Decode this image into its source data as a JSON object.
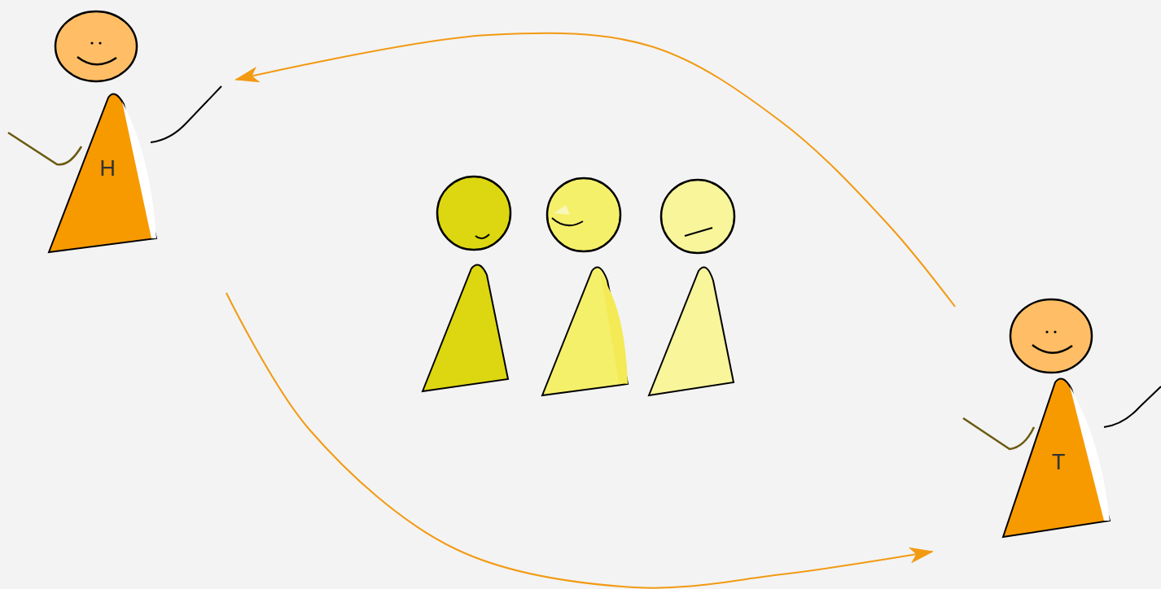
{
  "diagram": {
    "nodes": [
      {
        "text": [
          "H"
        ]
      },
      {
        "text": [
          "T"
        ]
      }
    ],
    "edges": [
      {
        "from": 1,
        "to": 0,
        "arrow": "to"
      },
      {
        "from": 0,
        "to": 1,
        "arrow": "to"
      }
    ]
  }
}
